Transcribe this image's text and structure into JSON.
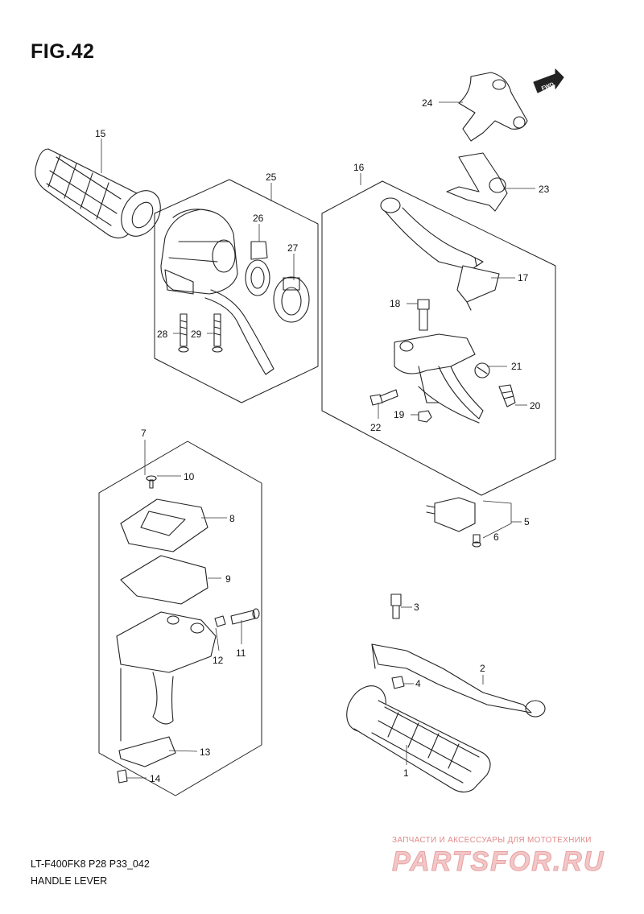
{
  "title": "FIG.42",
  "footer": {
    "model_code": "LT-F400FK8 P28 P33_042",
    "diagram_name": "HANDLE LEVER"
  },
  "fwd_badge": "FWD",
  "watermark": {
    "tagline": "ЗАПЧАСТИ И АКСЕССУАРЫ ДЛЯ МОТОТЕХНИКИ",
    "brand": "PARTSFOR.RU"
  },
  "callouts": [
    "1",
    "2",
    "3",
    "4",
    "5",
    "6",
    "7",
    "8",
    "9",
    "10",
    "11",
    "12",
    "13",
    "14",
    "15",
    "16",
    "17",
    "18",
    "19",
    "20",
    "21",
    "22",
    "23",
    "24",
    "25",
    "26",
    "27",
    "28",
    "29"
  ]
}
